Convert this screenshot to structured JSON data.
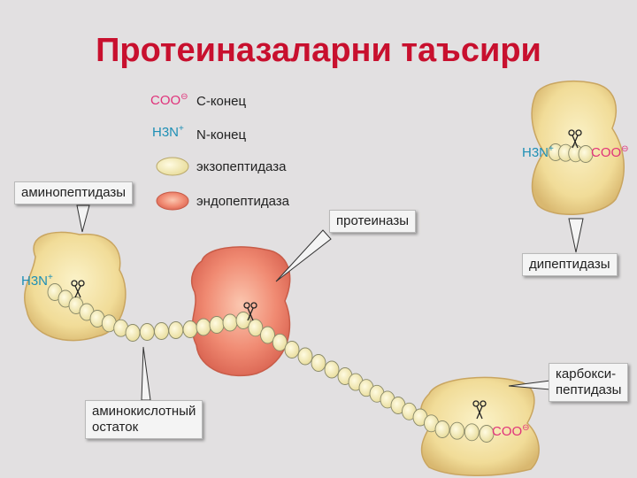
{
  "title": "Протеиназаларни таъсири",
  "legend": {
    "c_end_symbol": "COO",
    "c_end_charge": "⊖",
    "c_end_label": "C-конец",
    "n_end_symbol": "H3N",
    "n_end_charge": "+",
    "n_end_label": "N-конец",
    "exo_label": "экзопептидаза",
    "endo_label": "эндопептидаза"
  },
  "labels": {
    "aminopeptidase": "аминопептидазы",
    "proteinase": "протеиназы",
    "dipeptidase": "дипептидазы",
    "carboxypeptidase_line1": "карбокси-",
    "carboxypeptidase_line2": "пептидазы",
    "amino_residue_line1": "аминокислотный",
    "amino_residue_line2": "остаток"
  },
  "chem": {
    "h3n": "H3N",
    "plus": "+",
    "coo": "COO",
    "minus": "⊖"
  },
  "colors": {
    "title": "#c8102e",
    "exo_fill": "#f3e3a6",
    "endo_fill": "#ef7f6b",
    "bead_fill": "#f7f0c2",
    "bead_stroke": "#8a8a6a",
    "coo": "#e0327a",
    "h3n": "#1e8fb5"
  }
}
